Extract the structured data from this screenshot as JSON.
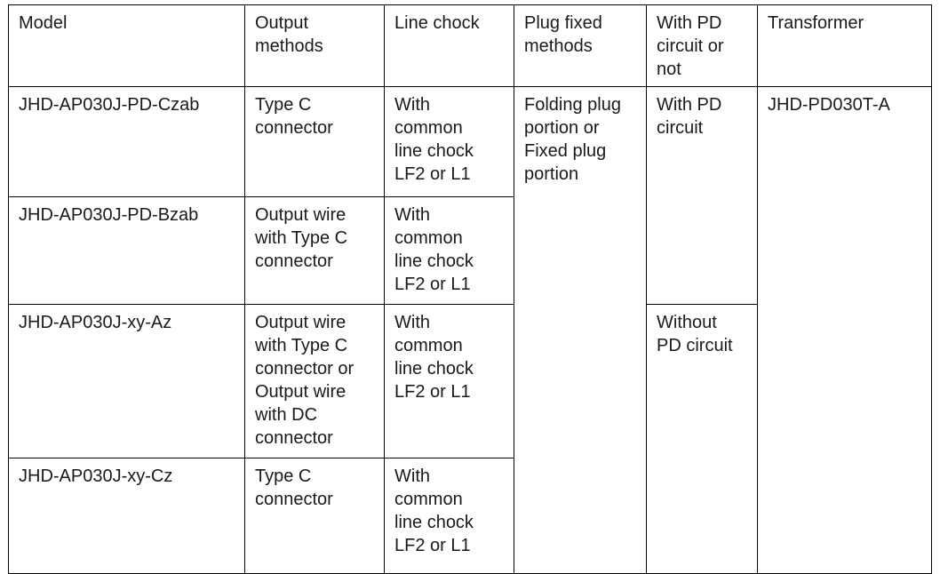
{
  "table": {
    "columns": [
      {
        "key": "model",
        "label": "Model"
      },
      {
        "key": "output",
        "label": "Output\nmethods"
      },
      {
        "key": "chock",
        "label": "Line chock"
      },
      {
        "key": "plug",
        "label": "Plug fixed\nmethods"
      },
      {
        "key": "pd",
        "label": "With PD\ncircuit or\nnot"
      },
      {
        "key": "transformer",
        "label": "Transformer"
      }
    ],
    "rows": [
      {
        "model": "JHD-AP030J-PD-Czab",
        "output": "Type C\nconnector",
        "chock": "With\ncommon\nline chock\nLF2 or L1",
        "plug": "Folding plug\nportion or\nFixed plug\nportion",
        "pd": "With PD\ncircuit",
        "transformer": "JHD-PD030T-A"
      },
      {
        "model": "JHD-AP030J-PD-Bzab",
        "output": "Output wire\nwith Type C\nconnector",
        "chock": "With\ncommon\nline chock\nLF2 or L1"
      },
      {
        "model": "JHD-AP030J-xy-Az",
        "output": "Output wire\nwith Type C\nconnector or\nOutput wire\nwith DC\nconnector",
        "chock": "With\ncommon\nline chock\nLF2 or L1",
        "pd": "Without\nPD circuit"
      },
      {
        "model": "JHD-AP030J-xy-Cz",
        "output": "Type C\nconnector",
        "chock": "With\ncommon\nline chock\nLF2 or L1"
      }
    ]
  },
  "colors": {
    "border": "#000000",
    "text": "#1a1a1a",
    "background": "#ffffff"
  }
}
